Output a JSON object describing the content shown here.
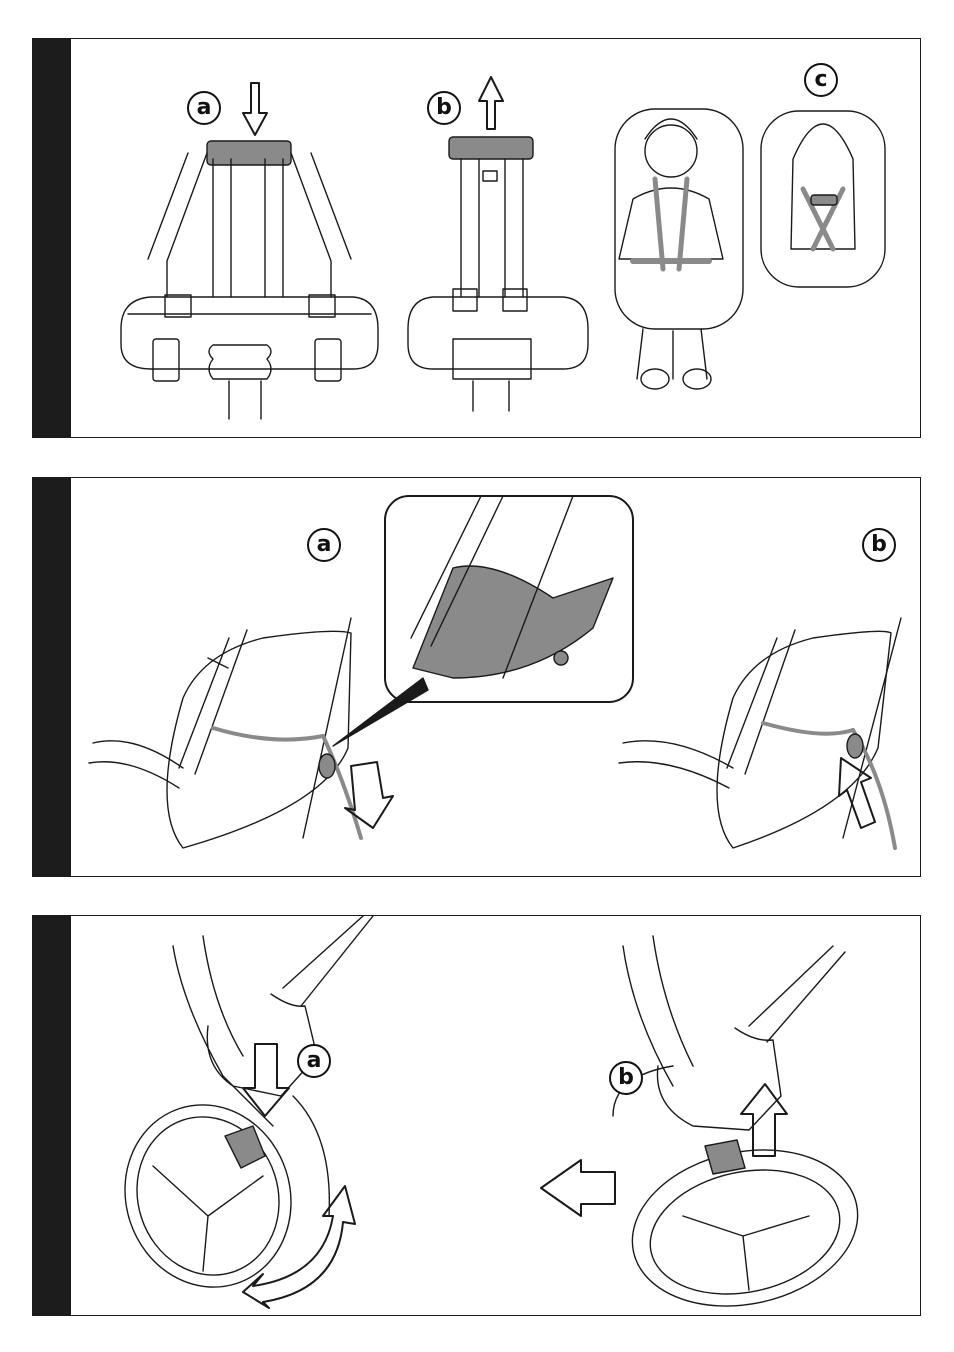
{
  "panels": [
    {
      "id": 1,
      "steps": [
        "a",
        "b",
        "c"
      ]
    },
    {
      "id": 2,
      "steps": [
        "a",
        "b"
      ]
    },
    {
      "id": 3,
      "steps": [
        "a",
        "b"
      ]
    }
  ],
  "colors": {
    "ink": "#1a1a1a",
    "shade": "#8a8a8a",
    "sidebar": "#1c1c1c"
  }
}
